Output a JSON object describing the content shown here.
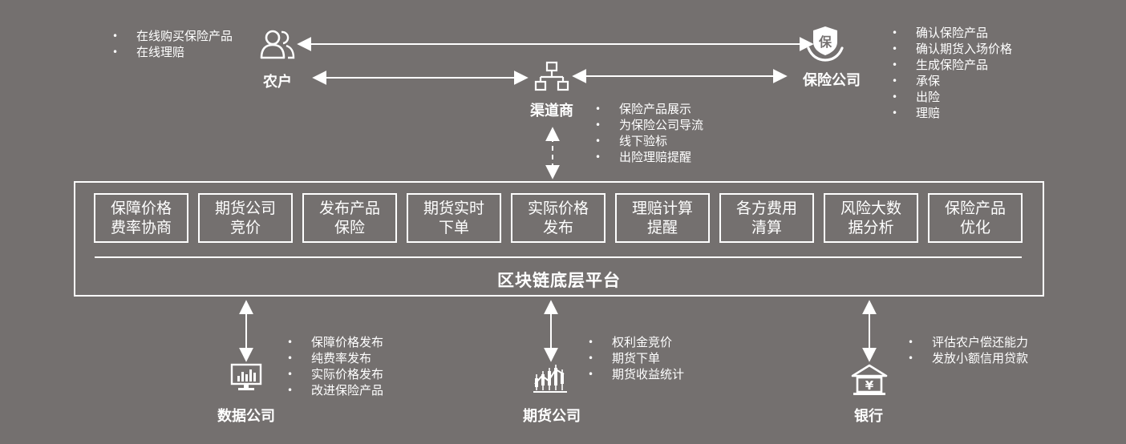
{
  "entities": {
    "farmer": {
      "label": "农户",
      "bullets": [
        "在线购买保险产品",
        "在线理赔"
      ]
    },
    "insurer": {
      "label": "保险公司",
      "icon_text": "保",
      "bullets": [
        "确认保险产品",
        "确认期货入场价格",
        "生成保险产品",
        "承保",
        "出险",
        "理赔"
      ]
    },
    "channel": {
      "label": "渠道商",
      "bullets": [
        "保险产品展示",
        "为保险公司导流",
        "线下验标",
        "出险理赔提醒"
      ]
    },
    "data_company": {
      "label": "数据公司",
      "bullets": [
        "保障价格发布",
        "纯费率发布",
        "实际价格发布",
        "改进保险产品"
      ]
    },
    "futures_company": {
      "label": "期货公司",
      "bullets": [
        "权利金竞价",
        "期货下单",
        "期货收益统计"
      ]
    },
    "bank": {
      "label": "银行",
      "icon_text": "¥",
      "bullets": [
        "评估农户偿还能力",
        "发放小额信用贷款"
      ]
    }
  },
  "platform": {
    "title": "区块链底层平台",
    "modules": [
      "保障价格\n费率协商",
      "期货公司\n竞价",
      "发布产品\n保险",
      "期货实时\n下单",
      "实际价格\n发布",
      "理赔计算\n提醒",
      "各方费用\n清算",
      "风险大数\n据分析",
      "保险产品\n优化"
    ]
  },
  "colors": {
    "background": "#74706f",
    "foreground": "#ffffff"
  }
}
